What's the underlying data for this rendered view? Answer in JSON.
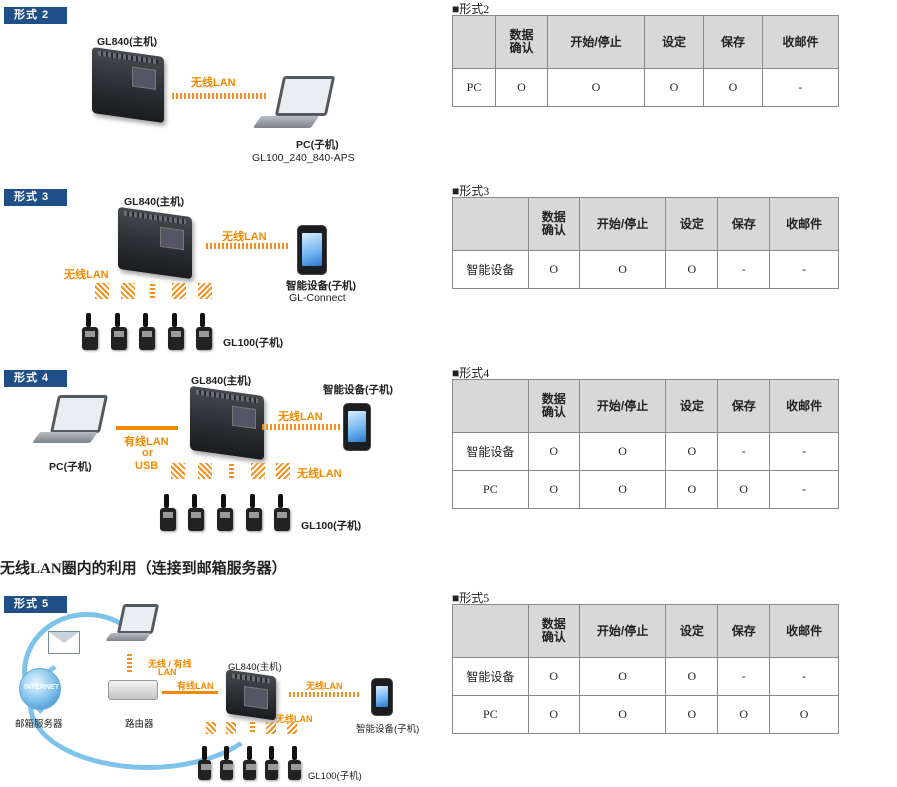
{
  "section_heading": "无线LAN圈内的利用（连接到邮箱服务器）",
  "tables": [
    {
      "caption": "■形式2",
      "headers": [
        "",
        "数据\n确认",
        "开始/停止",
        "设定",
        "保存",
        "收邮件"
      ],
      "rows": [
        [
          "PC",
          "O",
          "O",
          "O",
          "O",
          "-"
        ]
      ]
    },
    {
      "caption": "■形式3",
      "headers": [
        "",
        "数据\n确认",
        "开始/停止",
        "设定",
        "保存",
        "收邮件"
      ],
      "rows": [
        [
          "智能设备",
          "O",
          "O",
          "O",
          "-",
          "-"
        ]
      ]
    },
    {
      "caption": "■形式4",
      "headers": [
        "",
        "数据\n确认",
        "开始/停止",
        "设定",
        "保存",
        "收邮件"
      ],
      "rows": [
        [
          "智能设备",
          "O",
          "O",
          "O",
          "-",
          "-"
        ],
        [
          "PC",
          "O",
          "O",
          "O",
          "O",
          "-"
        ]
      ]
    },
    {
      "caption": "■形式5",
      "headers": [
        "",
        "数据\n确认",
        "开始/停止",
        "设定",
        "保存",
        "收邮件"
      ],
      "rows": [
        [
          "智能设备",
          "O",
          "O",
          "O",
          "-",
          "-"
        ],
        [
          "PC",
          "O",
          "O",
          "O",
          "O",
          "O"
        ]
      ]
    }
  ],
  "diagram2": {
    "tag": "形式 2",
    "host": "GL840(主机)",
    "link": "无线LAN",
    "client": "PC(子机)",
    "client_sub": "GL100_240_840-APS"
  },
  "diagram3": {
    "tag": "形式 3",
    "host": "GL840(主机)",
    "link_phone": "无线LAN",
    "link_units": "无线LAN",
    "phone": "智能设备(子机)",
    "phone_sub": "GL-Connect",
    "units": "GL100(子机)"
  },
  "diagram4": {
    "tag": "形式 4",
    "host": "GL840(主机)",
    "phone": "智能设备(子机)",
    "link_phone": "无线LAN",
    "link_pc_1": "有线LAN",
    "link_pc_2": "or",
    "link_pc_3": "USB",
    "pc": "PC(子机)",
    "link_units": "无线LAN",
    "units": "GL100(子机)"
  },
  "diagram5": {
    "tag": "形式 5",
    "globe_text": "INTERNET",
    "server": "邮箱服务器",
    "router": "路由器",
    "link_pc_1": "无线 / 有线",
    "link_pc_2": "LAN",
    "link_router": "有线LAN",
    "host": "GL840(主机)",
    "link_phone": "无线LAN",
    "phone": "智能设备(子机)",
    "link_units": "无线LAN",
    "units": "GL100(子机)"
  }
}
